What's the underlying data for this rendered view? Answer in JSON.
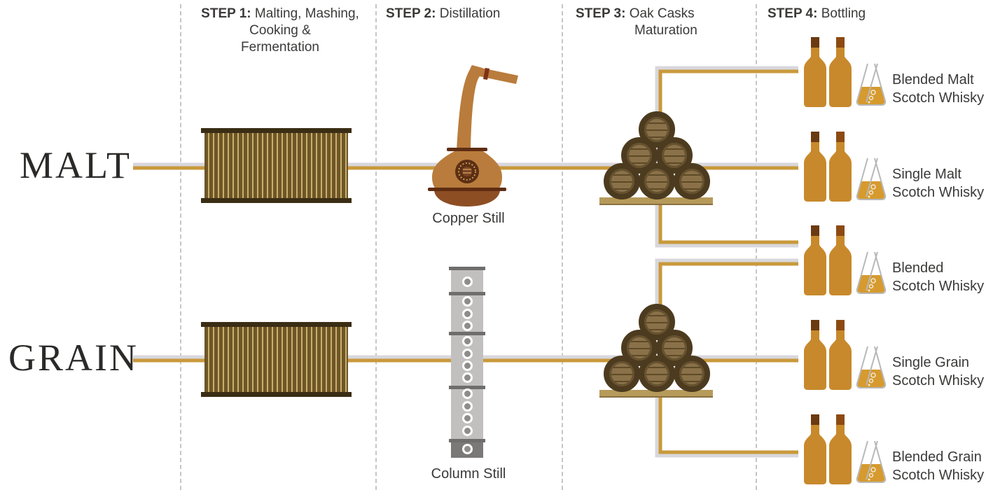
{
  "steps": {
    "step1": {
      "prefix": "STEP 1:",
      "line1": "Malting, Mashing,",
      "line2": "Cooking &",
      "line3": "Fermentation"
    },
    "step2": {
      "prefix": "STEP 2:",
      "line1": "Distillation"
    },
    "step3": {
      "prefix": "STEP 3:",
      "line1": "Oak Casks",
      "line2": "Maturation"
    },
    "step4": {
      "prefix": "STEP 4:",
      "line1": "Bottling"
    }
  },
  "tracks": {
    "malt": "MALT",
    "grain": "GRAIN"
  },
  "equipment": {
    "copper_still": "Copper Still",
    "column_still": "Column Still"
  },
  "outputs": [
    {
      "line1": "Blended Malt",
      "line2": "Scotch Whisky"
    },
    {
      "line1": "Single Malt",
      "line2": "Scotch Whisky"
    },
    {
      "line1": "Blended",
      "line2": "Scotch Whisky"
    },
    {
      "line1": "Single Grain",
      "line2": "Scotch Whisky"
    },
    {
      "line1": "Blended Grain",
      "line2": "Scotch Whisky"
    }
  ],
  "icons": {
    "warehouse": "fermentation-warehouse-icon",
    "copper_still": "copper-pot-still-icon",
    "column_still": "column-still-icon",
    "barrels": "oak-cask-stack-icon",
    "bottle": "whisky-bottle-icon",
    "flask": "whisky-flask-icon"
  },
  "colors": {
    "gold": "#C9993B",
    "grayline": "#D8D7DC",
    "dash": "#C6C6C6",
    "textdark": "#3B3A39",
    "serifdark": "#2B2A28",
    "wh-dark": "#3A2D15",
    "wh-body": "#6E5627",
    "wh-stripe": "#C9AF6C",
    "barrel-ring": "#4C3B1F",
    "barrel-face": "#8A7149",
    "barrel-line": "#5E4A28",
    "barrel-hoop": "#66522F",
    "platform": "#B69A5A",
    "copper": "#B97C3C",
    "copper-dark": "#8E4E24",
    "copper-band": "#5E2D13",
    "still-gray": "#C1C0BF",
    "still-dark": "#6F6E6C",
    "still-base": "#7B7977",
    "bottle": "#C8892C",
    "cap-a": "#6B3A10",
    "cap-b": "#8C4A12",
    "flask-outline": "#B8B8B8",
    "liquid": "#D69A2E"
  }
}
